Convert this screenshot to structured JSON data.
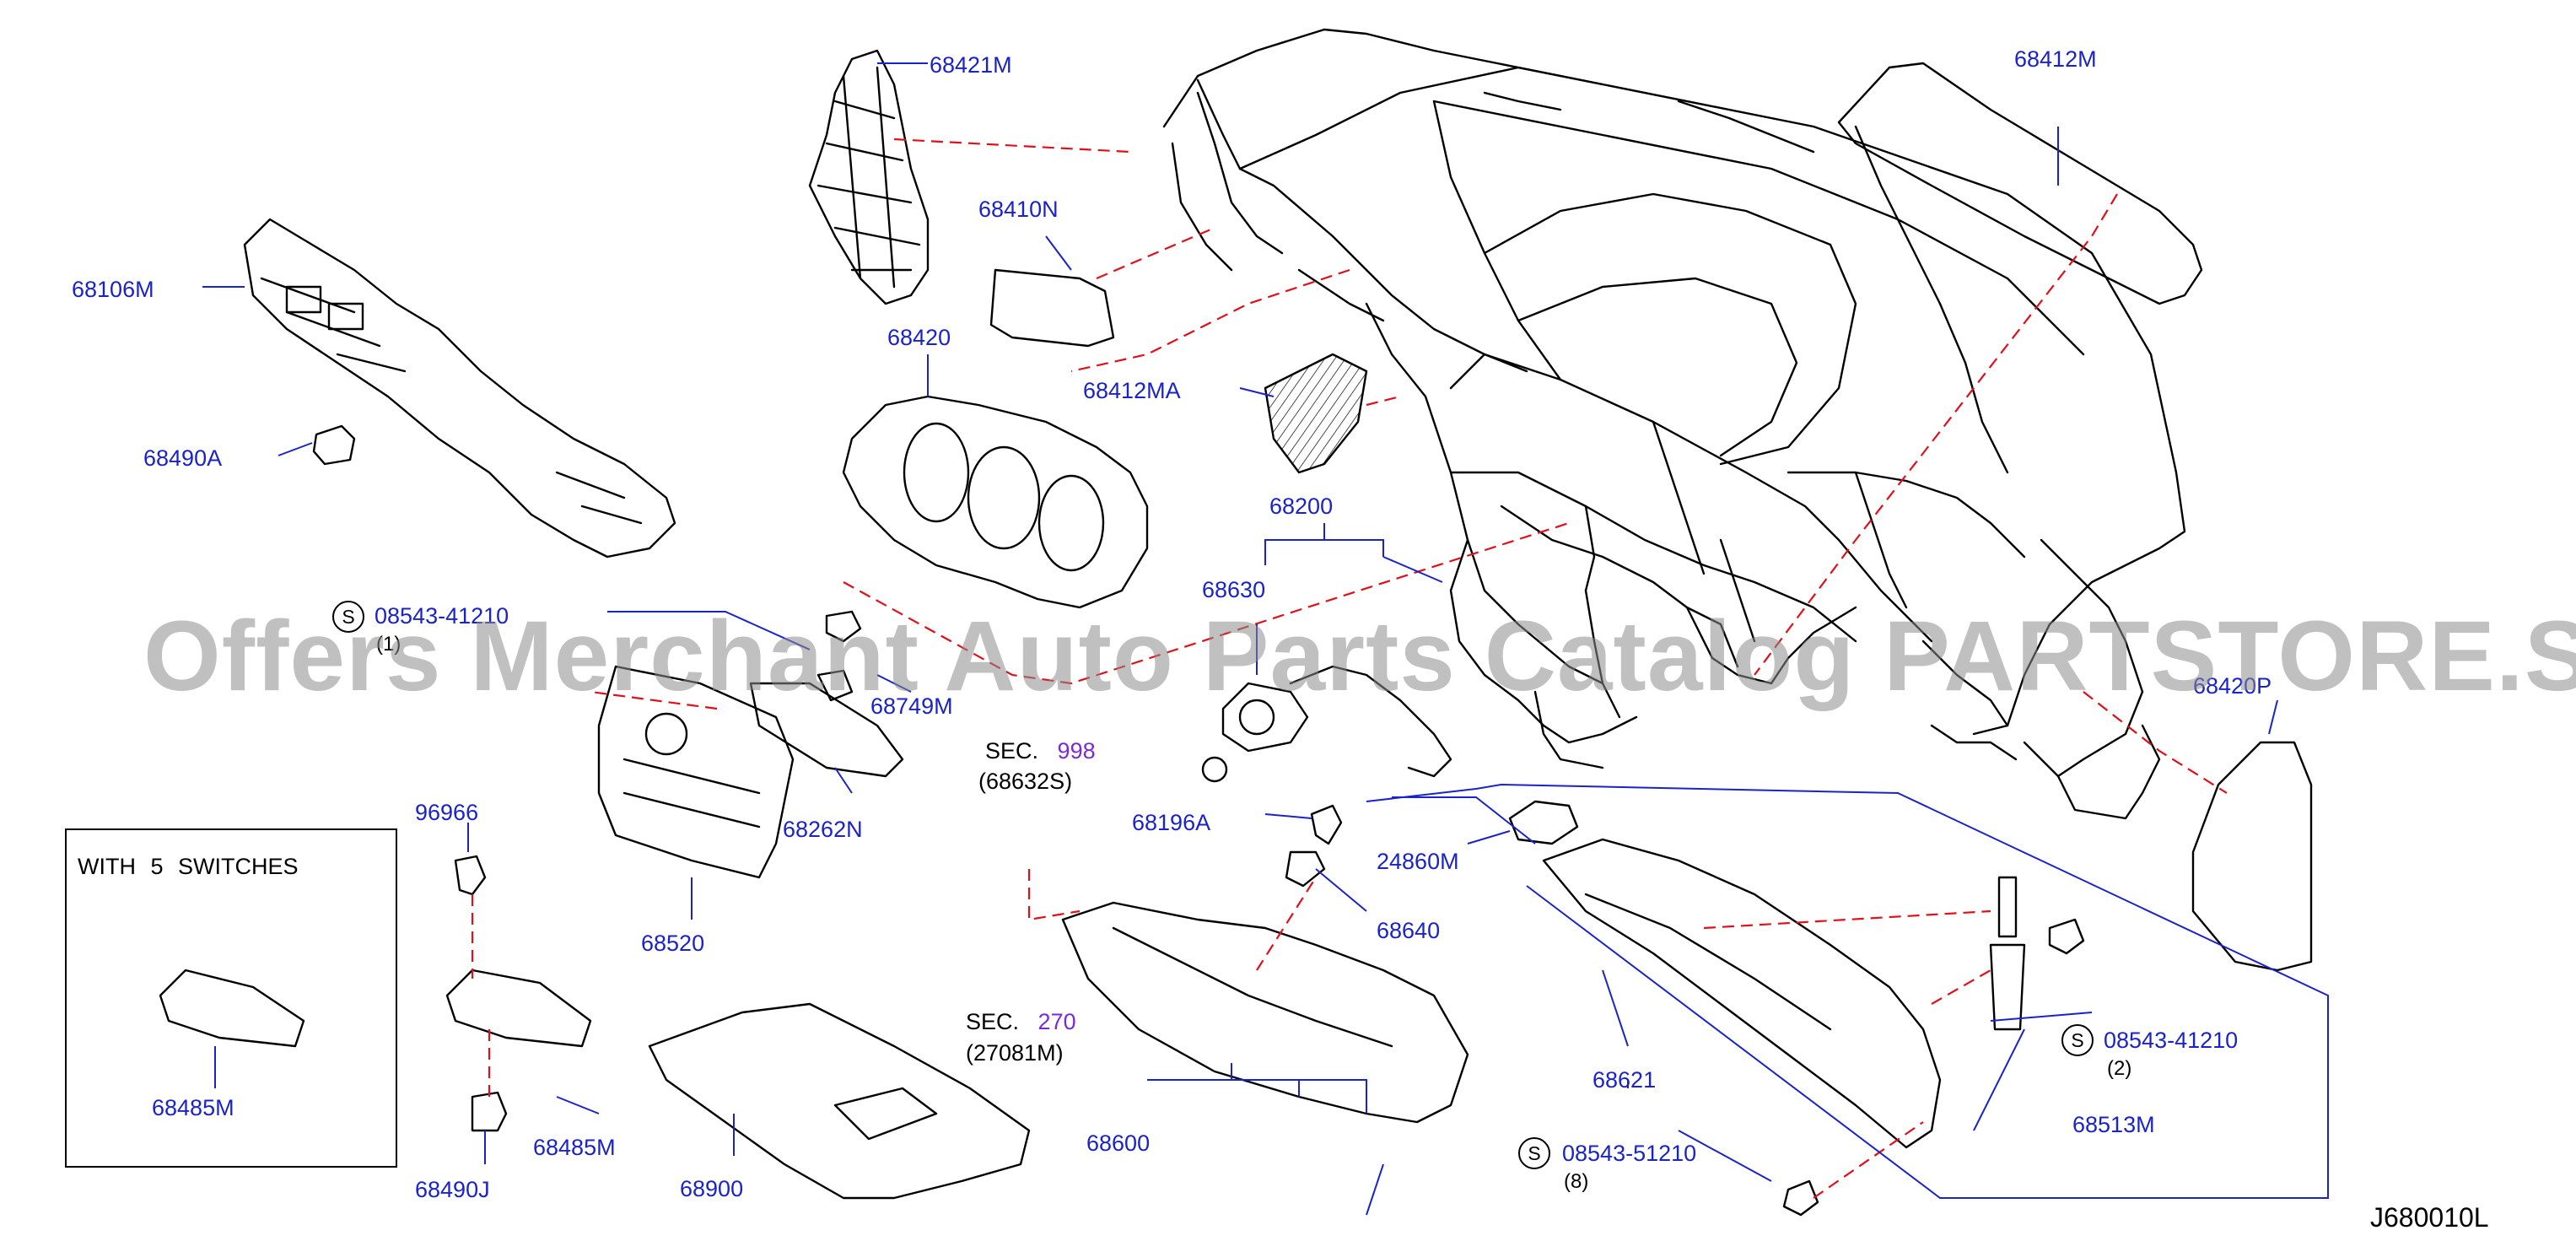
{
  "diagram": {
    "watermark": "Offers Merchant Auto Parts Catalog PARTSTORE.SA",
    "reference": "J680010L",
    "inset_title": "WITH  5  SWITCHES",
    "colors": {
      "part_number": "#1a23c8",
      "section_number": "#7a2bd6",
      "leader_blue": "#1a23c8",
      "dash_red": "#e0101a",
      "line": "#000000"
    },
    "labels": {
      "p68421M": "68421M",
      "p68412M": "68412M",
      "p68410N": "68410N",
      "p68106M": "68106M",
      "p68420": "68420",
      "p68412MA": "68412MA",
      "p68490A": "68490A",
      "p68200": "68200",
      "p68630": "68630",
      "p08543_41210_top": "08543-41210",
      "p68749M": "68749M",
      "p68420P": "68420P",
      "p68262N": "68262N",
      "p68520": "68520",
      "p96966": "96966",
      "p68196A": "68196A",
      "p24860M": "24860M",
      "p68640": "68640",
      "p68485M_inset": "68485M",
      "p68485M": "68485M",
      "p68490J": "68490J",
      "p68900": "68900",
      "p68600": "68600",
      "p68621": "68621",
      "p08543_41210_right": "08543-41210",
      "p68513M": "68513M",
      "p08543_51210": "08543-51210"
    },
    "quantities": {
      "q_top": "(1)",
      "q_right": "(2)",
      "q_bottom": "(8)"
    },
    "screw_symbol": "S",
    "sections": {
      "sec_998": {
        "prefix": "SEC.",
        "number": "998",
        "ref": "(68632S)"
      },
      "sec_270": {
        "prefix": "SEC.",
        "number": "270",
        "ref": "(27081M)"
      }
    }
  }
}
